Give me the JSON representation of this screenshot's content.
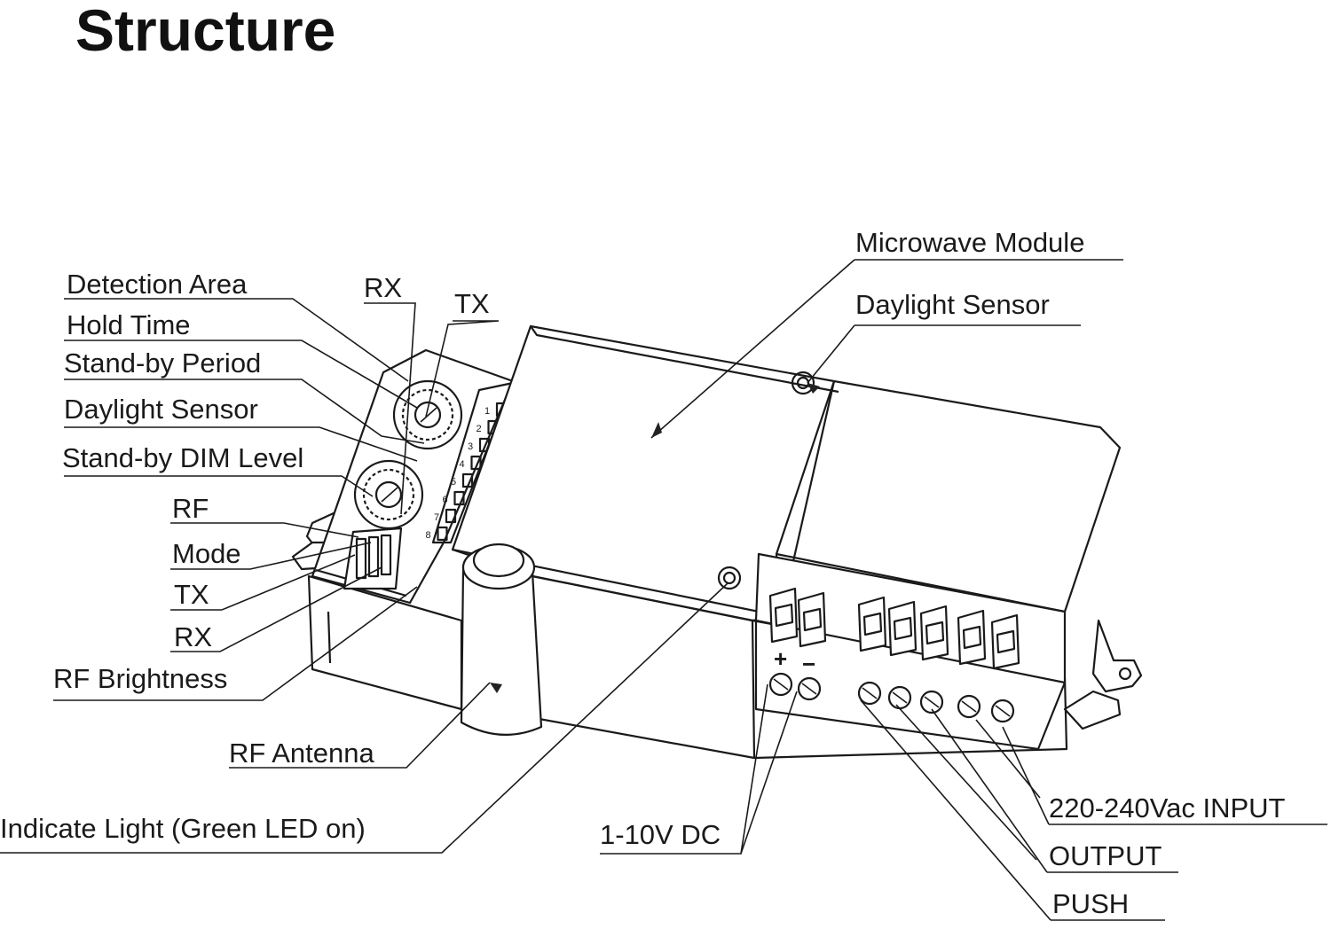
{
  "title": "Structure",
  "labels": {
    "detection_area": "Detection  Area",
    "hold_time": "Hold  Time",
    "standby_period": "Stand-by Period",
    "daylight_sensor_left": "Daylight  Sensor",
    "standby_dim_level": "Stand-by DIM Level",
    "rf": "RF",
    "mode": "Mode",
    "tx_left": "TX",
    "rx_left": "RX",
    "rf_brightness": "RF Brightness",
    "rf_antenna": "RF Antenna",
    "indicate_light": "Indicate Light (Green LED on)",
    "rx_top": "RX",
    "tx_top": "TX",
    "microwave_module": "Microwave Module",
    "daylight_sensor_right": "Daylight Sensor",
    "dc_1_10v": "1-10V DC",
    "ac_input": "220-240Vac INPUT",
    "output": "OUTPUT",
    "push": "PUSH"
  },
  "terminal_marks": {
    "plus": "+",
    "minus": "−"
  },
  "dip_digits": [
    "1",
    "2",
    "3",
    "4",
    "5",
    "6",
    "7",
    "8"
  ]
}
